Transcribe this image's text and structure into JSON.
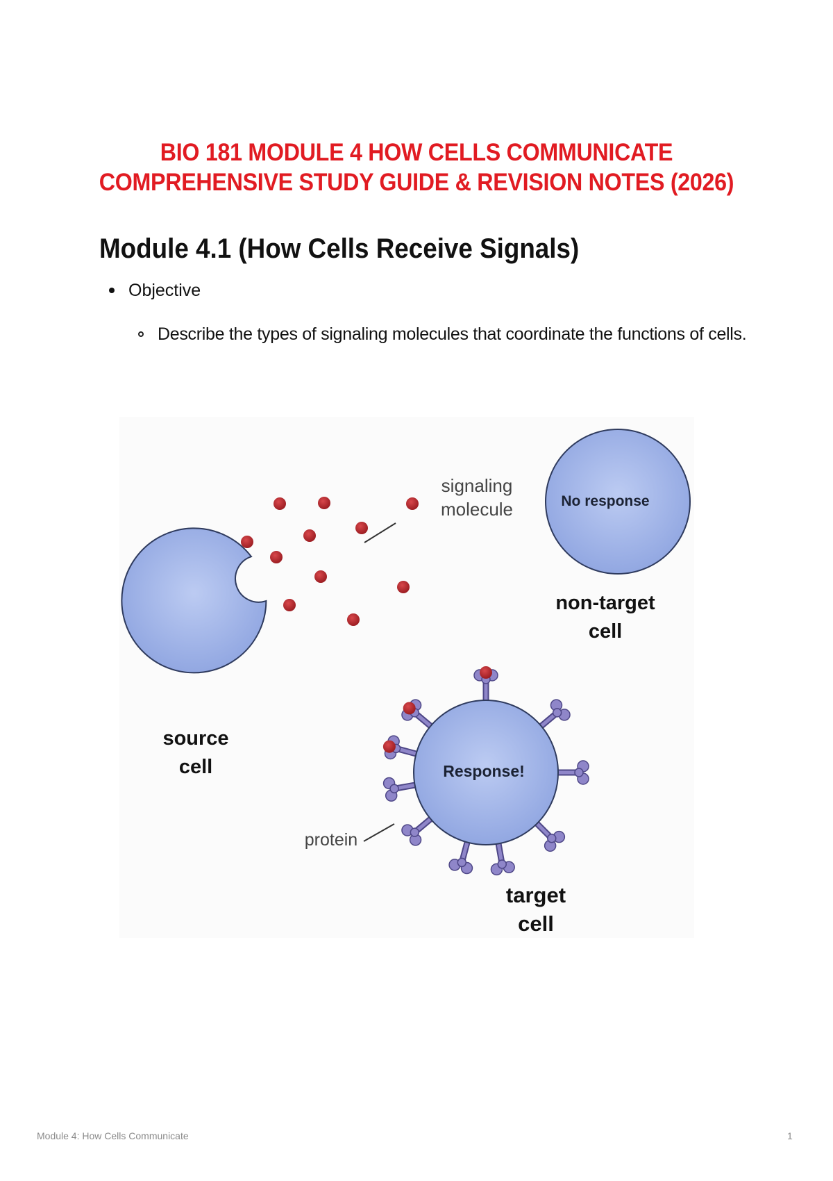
{
  "document": {
    "title_line1": "BIO 181 MODULE 4 HOW CELLS COMMUNICATE",
    "title_line2": "COMPREHENSIVE STUDY GUIDE & REVISION NOTES (2026)",
    "section_heading": "Module 4.1 (How Cells Receive Signals)",
    "objective_label": "Objective",
    "objective_text": "Describe the types of signaling molecules that coordinate the functions of cells."
  },
  "figure": {
    "signaling_molecule_label": "signaling\nmolecule",
    "no_response_label": "No response",
    "non_target_label": "non-target\ncell",
    "source_label": "source\ncell",
    "response_label": "Response!",
    "protein_label": "protein",
    "target_label": "target\ncell",
    "colors": {
      "cell_fill": "#9db0e6",
      "cell_stroke": "#2f3b5e",
      "molecule": "#b3262b",
      "receptor": "#8f86c9",
      "receptor_stroke": "#4e4787"
    }
  },
  "footer": {
    "left_text": "Module 4: How Cells Communicate",
    "page_number": "1"
  }
}
